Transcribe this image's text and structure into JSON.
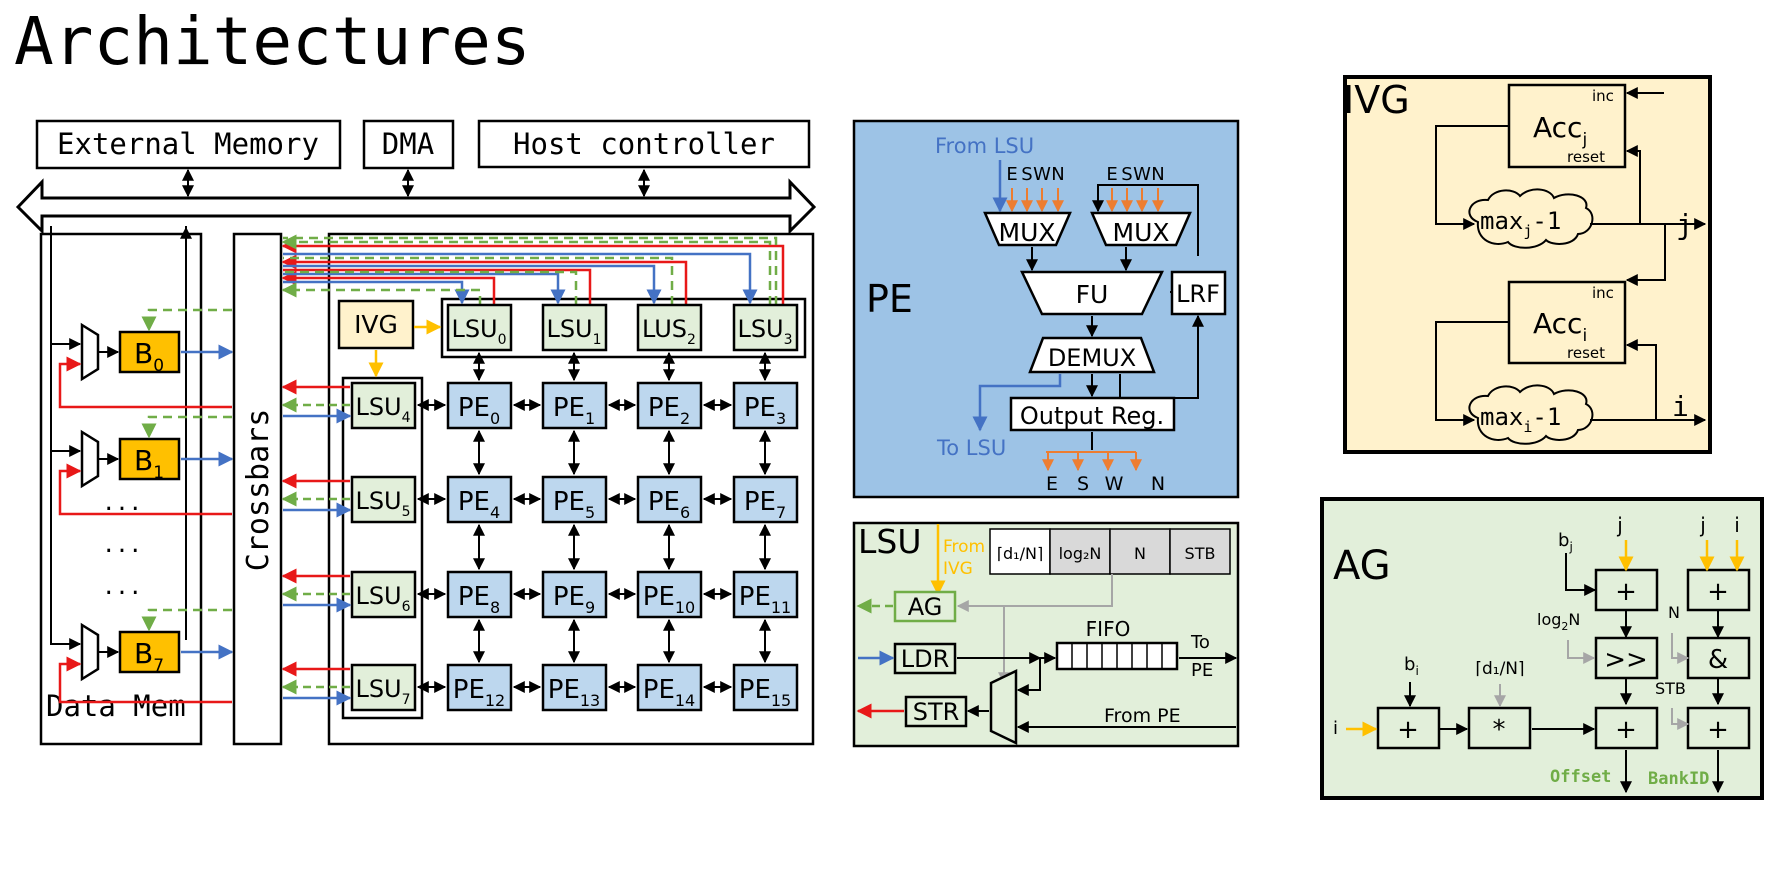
{
  "page": {
    "title": "Architectures"
  },
  "overview": {
    "external_memory": "External Memory",
    "dma": "DMA",
    "host_controller": "Host controller",
    "data_mem": "Data Mem",
    "crossbars": "Crossbars",
    "banks": [
      {
        "base": "B",
        "sub": "0"
      },
      {
        "base": "B",
        "sub": "1"
      },
      {
        "base": "B",
        "sub": "7"
      }
    ],
    "ellipsis": "...",
    "ivg": "IVG",
    "top_lsus": [
      {
        "base": "LSU",
        "sub": "0"
      },
      {
        "base": "LSU",
        "sub": "1"
      },
      {
        "base": "LUS",
        "sub": "2"
      },
      {
        "base": "LSU",
        "sub": "3"
      }
    ],
    "side_lsus": [
      {
        "base": "LSU",
        "sub": "4"
      },
      {
        "base": "LSU",
        "sub": "5"
      },
      {
        "base": "LSU",
        "sub": "6"
      },
      {
        "base": "LSU",
        "sub": "7"
      }
    ],
    "pe_base": "PE",
    "pe_subs": [
      [
        "0",
        "1",
        "2",
        "3"
      ],
      [
        "4",
        "5",
        "6",
        "7"
      ],
      [
        "8",
        "9",
        "10",
        "11"
      ],
      [
        "12",
        "13",
        "14",
        "15"
      ]
    ]
  },
  "pe_panel": {
    "title": "PE",
    "from_lsu": "From LSU",
    "to_lsu": "To LSU",
    "dirs_in": [
      "E",
      "S",
      "W",
      "N"
    ],
    "dirs_out": [
      "E",
      "S",
      "W",
      "N"
    ],
    "mux": "MUX",
    "fu": "FU",
    "lrf": "LRF",
    "demux": "DEMUX",
    "output_reg": "Output Reg."
  },
  "lsu_panel": {
    "title": "LSU",
    "from_ivg": [
      "From",
      "IVG"
    ],
    "fields": [
      "⌈d₁/N⌉",
      "log₂N",
      "N",
      "STB"
    ],
    "ag": "AG",
    "ldr": "LDR",
    "str": "STR",
    "fifo": "FIFO",
    "to_pe": [
      "To",
      "PE"
    ],
    "from_pe": "From PE"
  },
  "ivg_panel": {
    "title": "IVG",
    "acc_j": {
      "base": "Acc",
      "sub": "j"
    },
    "acc_i": {
      "base": "Acc",
      "sub": "i"
    },
    "inc": "inc",
    "reset": "reset",
    "max_j": {
      "base": "max",
      "sub": "j",
      "tail": "-1"
    },
    "max_i": {
      "base": "max",
      "sub": "i",
      "tail": "-1"
    },
    "out_j": "j",
    "out_i": "i"
  },
  "ag_panel": {
    "title": "AG",
    "bj": {
      "base": "b",
      "sub": "j"
    },
    "bi": {
      "base": "b",
      "sub": "i"
    },
    "j": "j",
    "i": "i",
    "log2n": {
      "base": "log",
      "sub": "2",
      "tail": "N"
    },
    "n": "N",
    "d1n": "⌈d₁/N⌉",
    "stb": "STB",
    "plus": "+",
    "times": "*",
    "shift": ">>",
    "and": "&",
    "offset": "Offset",
    "bankid": "BankID"
  },
  "colors": {
    "pe_panel_bg": "#9dc3e6",
    "pe_cell": "#bdd7ee",
    "lsu_cell": "#e2efda",
    "lsu_panel_bg": "#e2efda",
    "ag_panel_bg": "#e2efda",
    "ivg_bg": "#fff2cc",
    "bank": "#ffc000",
    "red": "#e81818",
    "blue": "#4472c4",
    "green": "#70ad47",
    "orange": "#ed7d31",
    "yellow": "#ffc000",
    "gray": "#a6a6a6",
    "from_lsu_text": "#4472c4",
    "ag_label_text": "#70ad47"
  }
}
